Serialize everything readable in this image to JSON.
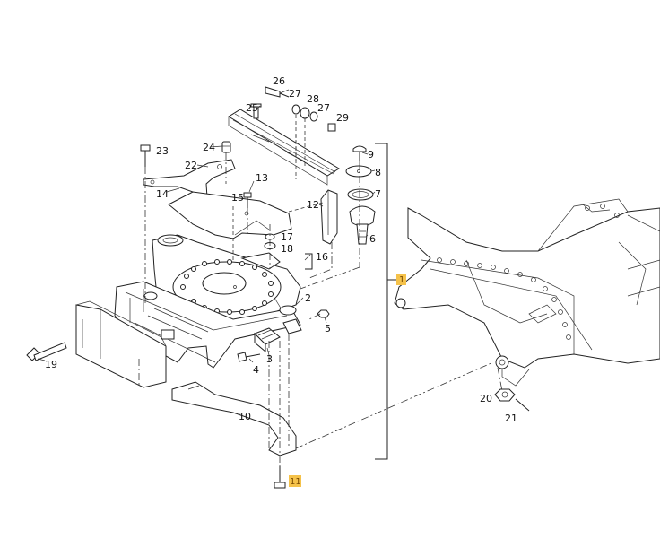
{
  "callouts": [
    {
      "id": "c1",
      "text": "1",
      "highlighted": true
    },
    {
      "id": "c2",
      "text": "2"
    },
    {
      "id": "c3",
      "text": "3"
    },
    {
      "id": "c4",
      "text": "4"
    },
    {
      "id": "c5",
      "text": "5"
    },
    {
      "id": "c6",
      "text": "6"
    },
    {
      "id": "c7",
      "text": "7"
    },
    {
      "id": "c8",
      "text": "8"
    },
    {
      "id": "c9",
      "text": "9"
    },
    {
      "id": "c10",
      "text": "10"
    },
    {
      "id": "c11",
      "text": "11",
      "highlighted": true
    },
    {
      "id": "c12",
      "text": "12"
    },
    {
      "id": "c13",
      "text": "13"
    },
    {
      "id": "c14",
      "text": "14"
    },
    {
      "id": "c15",
      "text": "15"
    },
    {
      "id": "c16",
      "text": "16"
    },
    {
      "id": "c17",
      "text": "17"
    },
    {
      "id": "c18",
      "text": "18"
    },
    {
      "id": "c19",
      "text": "19"
    },
    {
      "id": "c20",
      "text": "20"
    },
    {
      "id": "c21",
      "text": "21"
    },
    {
      "id": "c22",
      "text": "22"
    },
    {
      "id": "c23",
      "text": "23"
    },
    {
      "id": "c24",
      "text": "24"
    },
    {
      "id": "c25",
      "text": "25"
    },
    {
      "id": "c26",
      "text": "26"
    },
    {
      "id": "c27a",
      "text": "27"
    },
    {
      "id": "c27b",
      "text": "27"
    },
    {
      "id": "c28",
      "text": "28"
    },
    {
      "id": "c29",
      "text": "29"
    }
  ],
  "colors": {
    "highlight": "#f5c24a",
    "line": "#222222",
    "background": "#ffffff"
  }
}
